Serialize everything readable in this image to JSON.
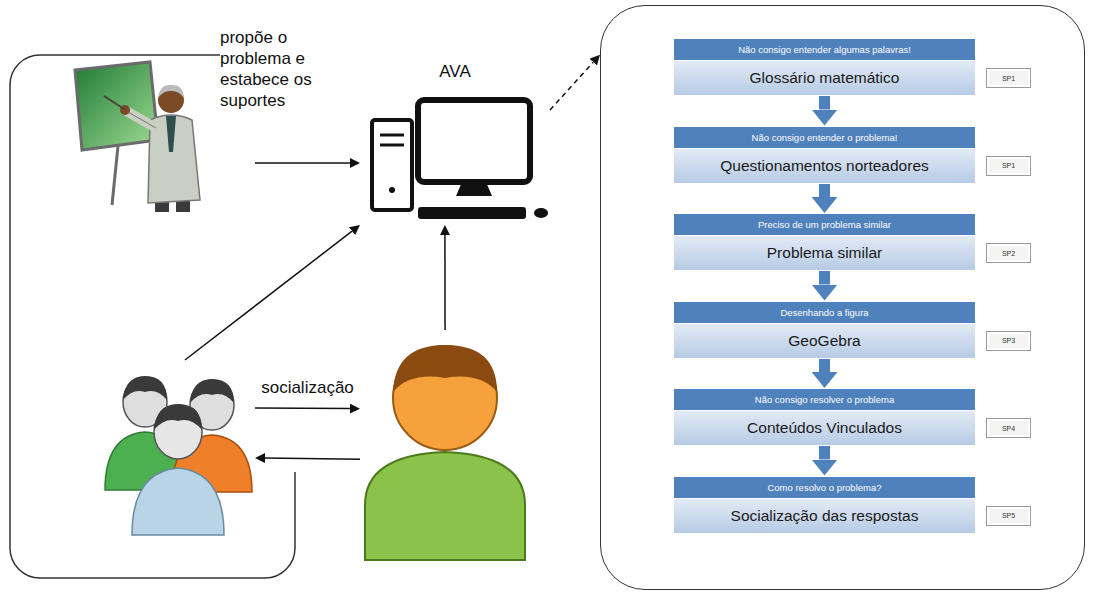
{
  "diagram": {
    "nodes": [
      {
        "text": [
          "propõe o problema e estabece os suportes"
        ]
      },
      {
        "text": [
          "AVA"
        ]
      },
      {
        "text": []
      },
      {
        "text": []
      },
      {
        "text": []
      },
      {
        "text": [
          "Não consigo entender algumas palavras!"
        ],
        "in": 4
      },
      {
        "text": [
          "Glossário matemático"
        ],
        "in": 4
      },
      {
        "text": [
          "SP1"
        ],
        "in": 4
      },
      {
        "text": [
          "Não consigo entender o problema!"
        ],
        "in": 4
      },
      {
        "text": [
          "Questionamentos norteadores"
        ],
        "in": 4
      },
      {
        "text": [
          "SP1"
        ],
        "in": 4
      },
      {
        "text": [
          "Preciso de um problema similar"
        ],
        "in": 4
      },
      {
        "text": [
          "Problema similar"
        ],
        "in": 4
      },
      {
        "text": [
          "SP2"
        ],
        "in": 4
      },
      {
        "text": [
          "Desenhando a figura"
        ],
        "in": 4
      },
      {
        "text": [
          "GeoGebra"
        ],
        "in": 4
      },
      {
        "text": [
          "SP3"
        ],
        "in": 4
      },
      {
        "text": [
          "Não consigo resolver o problema"
        ],
        "in": 4
      },
      {
        "text": [
          "Conteúdos Vinculados"
        ],
        "in": 4
      },
      {
        "text": [
          "SP4"
        ],
        "in": 4
      },
      {
        "text": [
          "Como resolvo o problema?"
        ],
        "in": 4
      },
      {
        "text": [
          "Socialização das respostas"
        ],
        "in": 4
      },
      {
        "text": [
          "SP5"
        ],
        "in": 4
      }
    ],
    "edges": [
      {
        "from": 0,
        "to": 1,
        "arrow": "to"
      },
      {
        "from": 2,
        "to": 1,
        "arrow": "to"
      },
      {
        "from": 3,
        "to": 1,
        "arrow": "to"
      },
      {
        "from": 2,
        "to": 3,
        "label": "socialização",
        "arrow": "to"
      },
      {
        "from": 3,
        "to": 2,
        "arrow": "to"
      },
      {
        "from": 1,
        "to": 4,
        "arrow": "to"
      },
      {
        "from": 6,
        "to": 8,
        "arrow": "to"
      },
      {
        "from": 9,
        "to": 11,
        "arrow": "to"
      },
      {
        "from": 12,
        "to": 14,
        "arrow": "to"
      },
      {
        "from": 15,
        "to": 17,
        "arrow": "to"
      },
      {
        "from": 18,
        "to": 20,
        "arrow": "to"
      }
    ]
  }
}
